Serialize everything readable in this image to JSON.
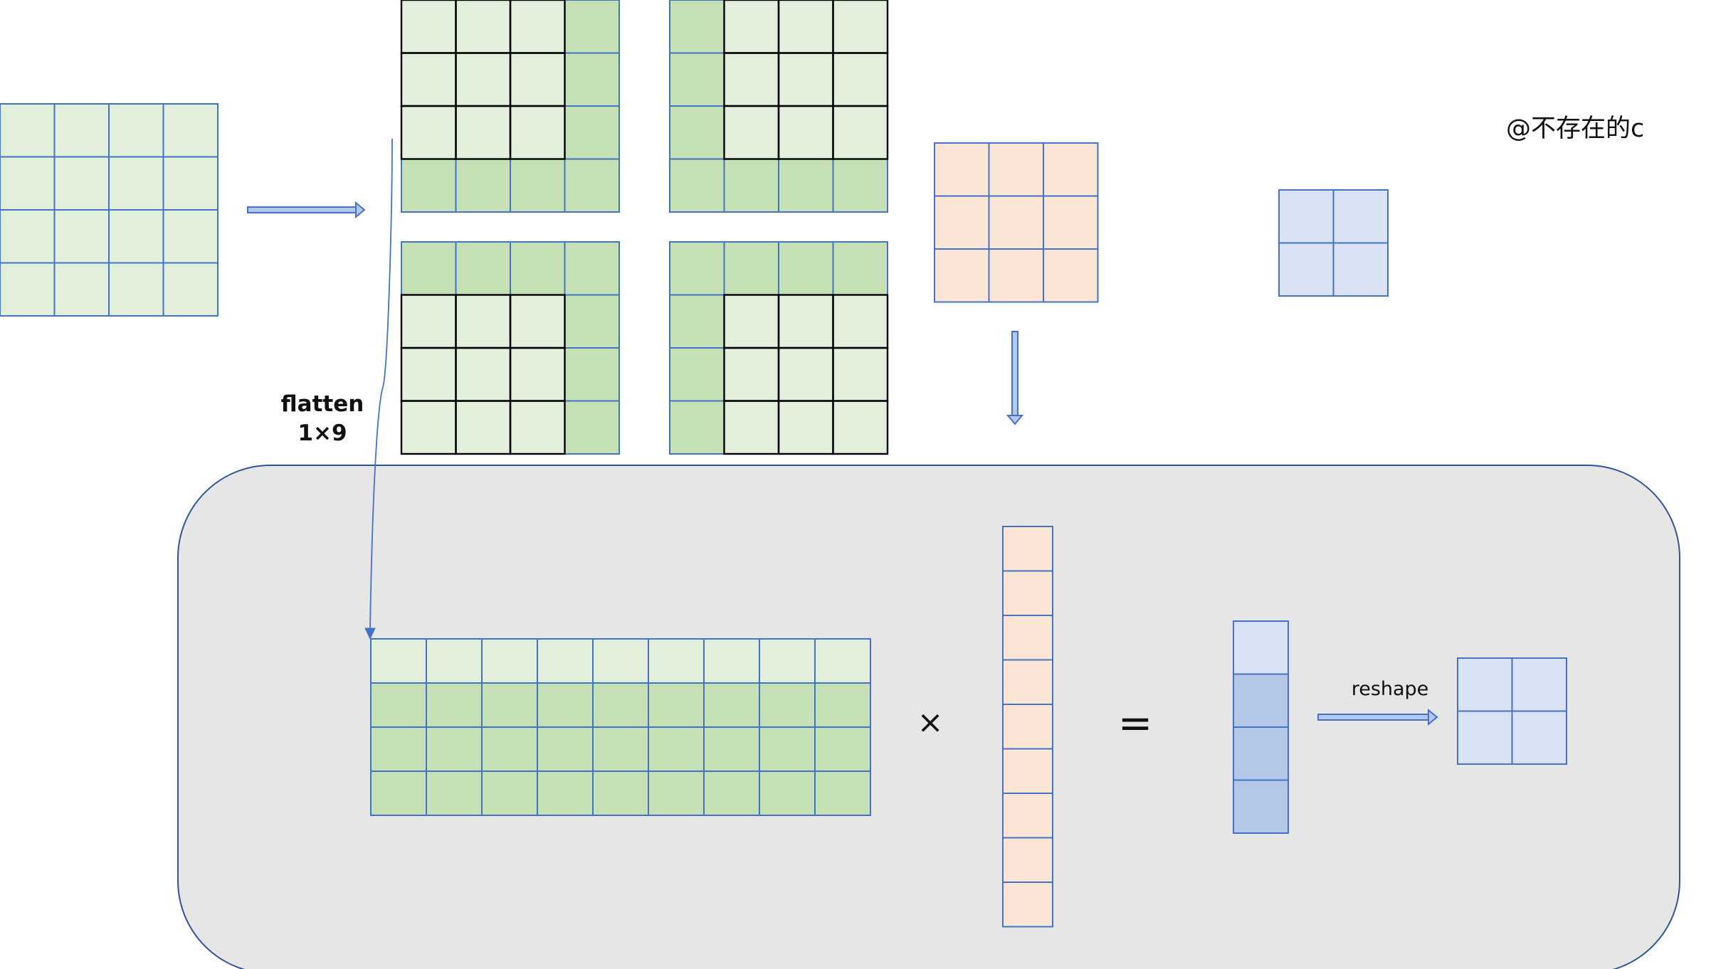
{
  "labels": {
    "flatten_line1": "flatten",
    "flatten_line2": "1×9",
    "reshape": "reshape",
    "watermark": "@不存在的c",
    "times": "×",
    "equals": "="
  },
  "colors": {
    "light_green": "#e2efda",
    "dark_green": "#c5e0b4",
    "peach": "#fbe5d6",
    "light_blue": "#dae3f3",
    "mid_blue": "#b4c7e7",
    "grid_blue": "#4472c4",
    "window_black": "#000000",
    "panel_gray": "#e6e6e6",
    "panel_border": "#2f5597"
  },
  "matrices": {
    "input_size": [
      4,
      4
    ],
    "kernel_size": [
      3,
      3
    ],
    "output_size": [
      2,
      2
    ],
    "window_count": 4,
    "unrolled_input_size": [
      4,
      9
    ],
    "kernel_column_size": [
      9,
      1
    ],
    "result_column_size": [
      4,
      1
    ]
  }
}
